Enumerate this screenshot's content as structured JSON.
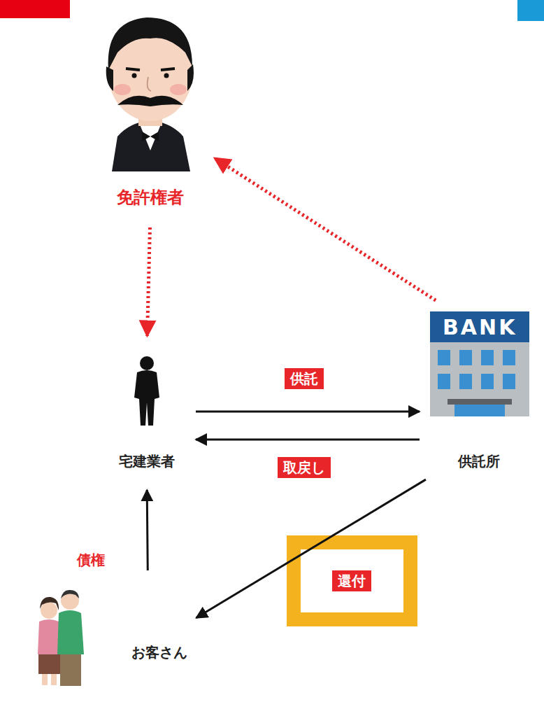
{
  "diagram": {
    "nodes": [
      {
        "text": [
          "免許権者"
        ]
      },
      {
        "text": [
          "宅建業者"
        ]
      },
      {
        "text": [
          "供託所"
        ]
      },
      {
        "text": [
          "お客さん"
        ]
      }
    ],
    "edges": [
      {
        "from": 0,
        "to": 1,
        "arrow": "to"
      },
      {
        "from": 2,
        "to": 0,
        "arrow": "to"
      },
      {
        "from": 1,
        "to": 2,
        "label": "供託",
        "arrow": "to"
      },
      {
        "from": 2,
        "to": 1,
        "label": "取戻し",
        "arrow": "to"
      },
      {
        "from": 2,
        "to": 3,
        "label": "還付",
        "arrow": "to"
      },
      {
        "from": 3,
        "to": 1,
        "label": "債権",
        "arrow": "to"
      }
    ],
    "labels": [
      "BANK"
    ]
  }
}
